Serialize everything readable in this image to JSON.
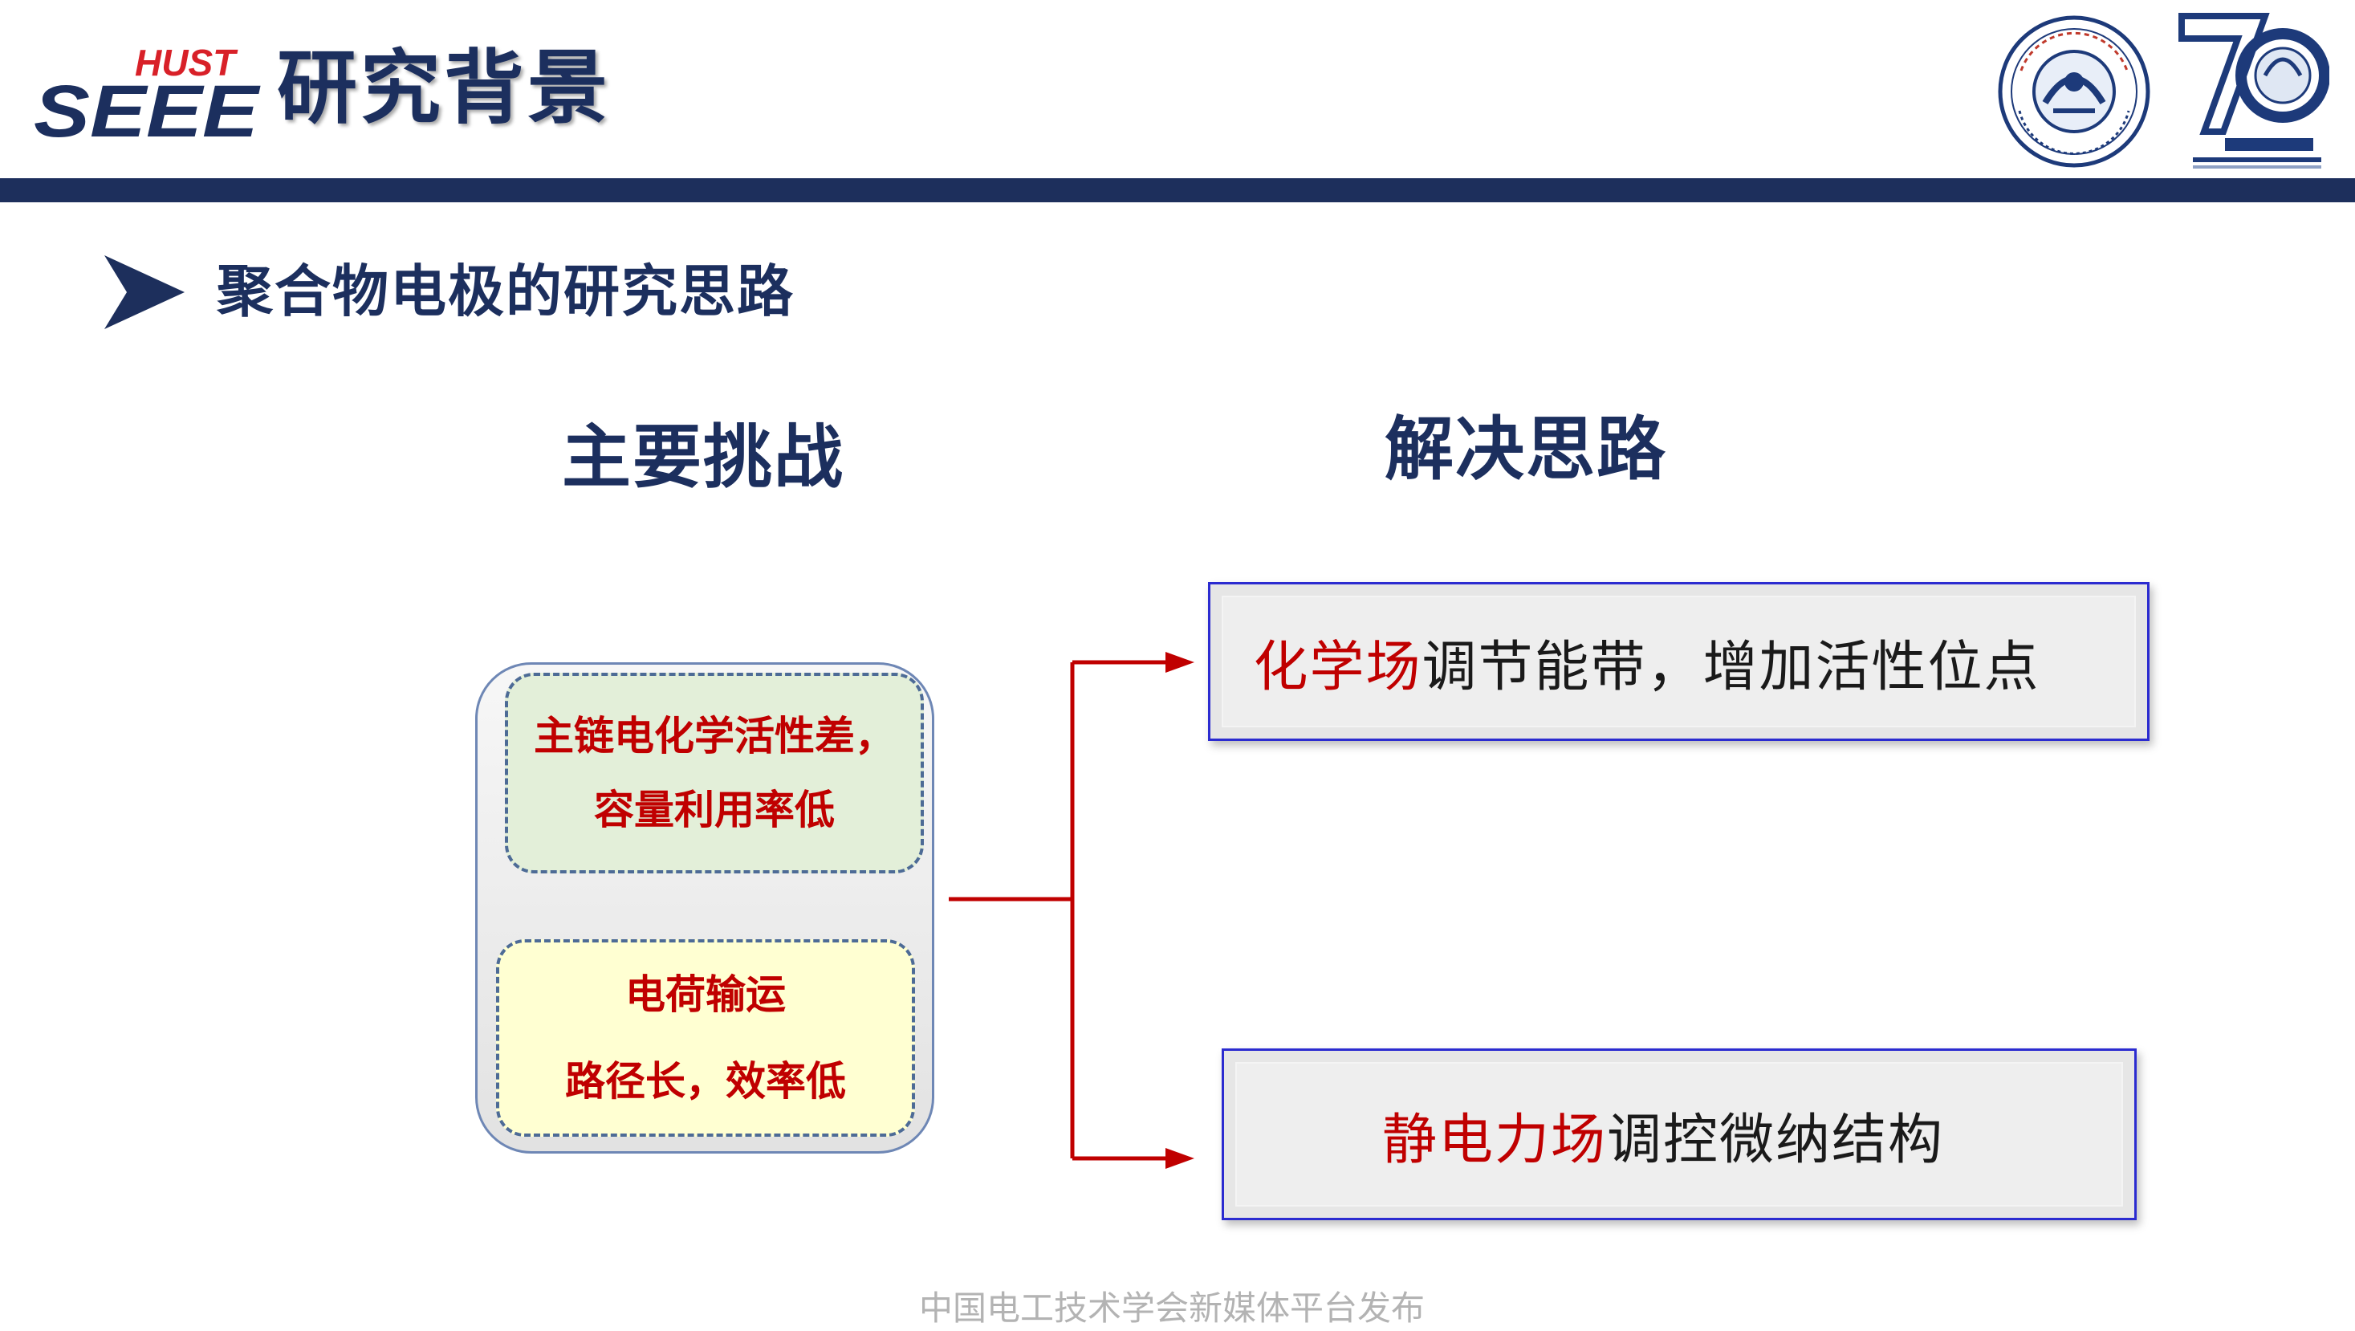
{
  "header": {
    "logo_top": "HUST",
    "logo_bottom": "SEEE",
    "title": "研究背景"
  },
  "section": {
    "heading": "聚合物电极的研究思路"
  },
  "challenges": {
    "heading": "主要挑战",
    "items": [
      {
        "line1": "主链电化学活性差，",
        "line2": "容量利用率低"
      },
      {
        "line1": "电荷输运",
        "line2": "路径长，效率低"
      }
    ]
  },
  "approaches": {
    "heading": "解决思路",
    "items": [
      {
        "highlight": "化学场",
        "rest": "调节能带，增加活性位点"
      },
      {
        "highlight": "静电力场",
        "rest": "调控微纳结构"
      }
    ]
  },
  "footer": {
    "text": "中国电工技术学会新媒体平台发布"
  },
  "colors": {
    "navy": "#1c2f5e",
    "accent_red": "#c00000",
    "box_border_blue": "#2b2bd0"
  },
  "icons": [
    "seee-logo",
    "school-seal-icon",
    "anniversary-70-logo",
    "chevron-right-icon",
    "connector-arrow"
  ]
}
